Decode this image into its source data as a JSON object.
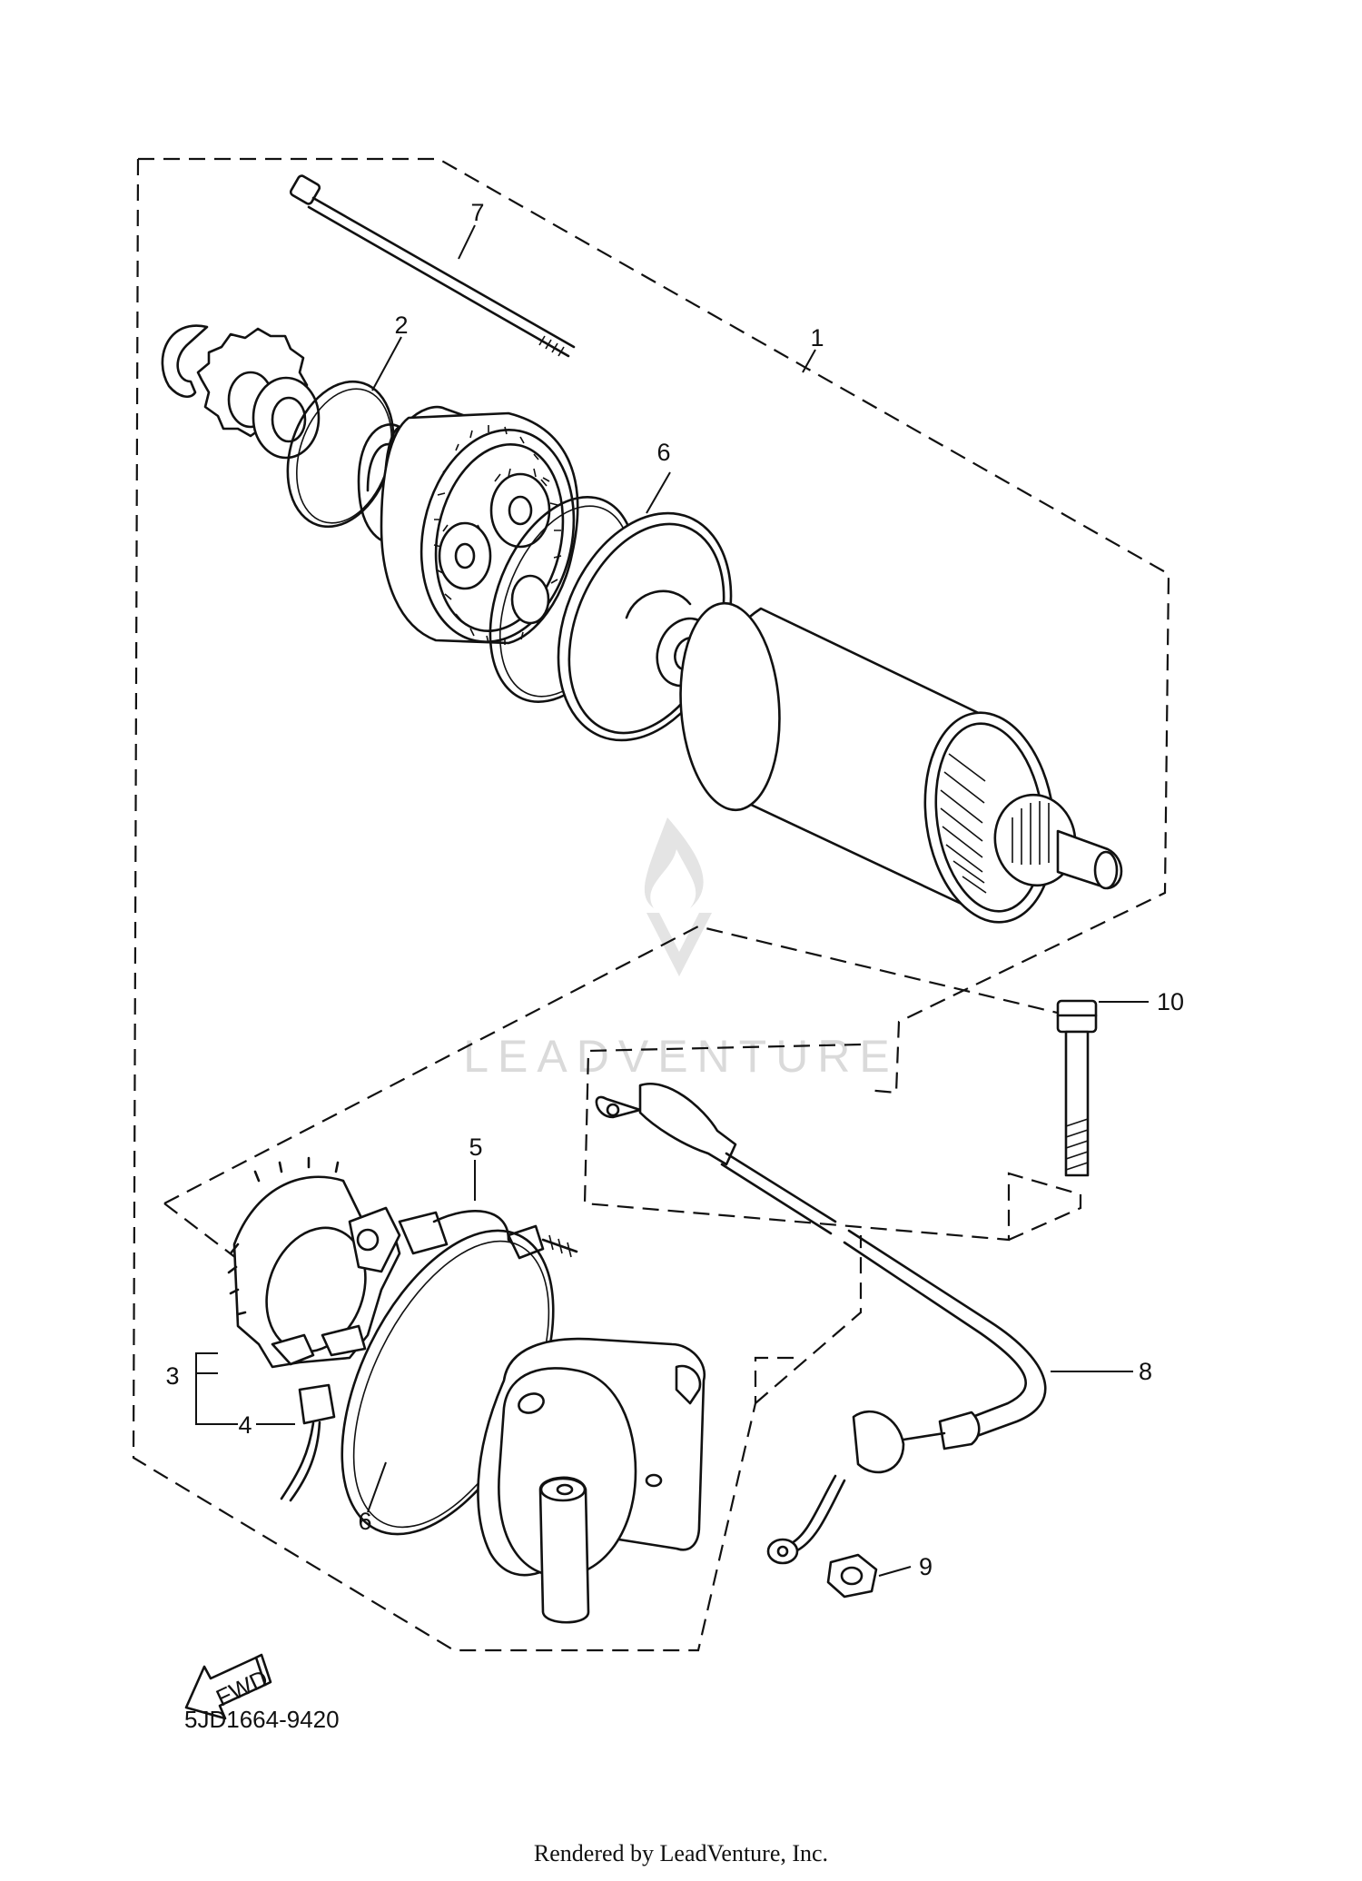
{
  "diagram": {
    "callouts": [
      {
        "id": "1",
        "label": "1"
      },
      {
        "id": "2",
        "label": "2"
      },
      {
        "id": "3",
        "label": "3"
      },
      {
        "id": "4",
        "label": "4"
      },
      {
        "id": "5",
        "label": "5"
      },
      {
        "id": "6a",
        "label": "6"
      },
      {
        "id": "6b",
        "label": "6"
      },
      {
        "id": "7",
        "label": "7"
      },
      {
        "id": "8",
        "label": "8"
      },
      {
        "id": "9",
        "label": "9"
      },
      {
        "id": "10",
        "label": "10"
      }
    ],
    "fwd_label": "FWD",
    "part_code": "5JD1664-9420",
    "watermark": "LEADVENTURE",
    "footer": "Rendered by LeadVenture, Inc."
  }
}
